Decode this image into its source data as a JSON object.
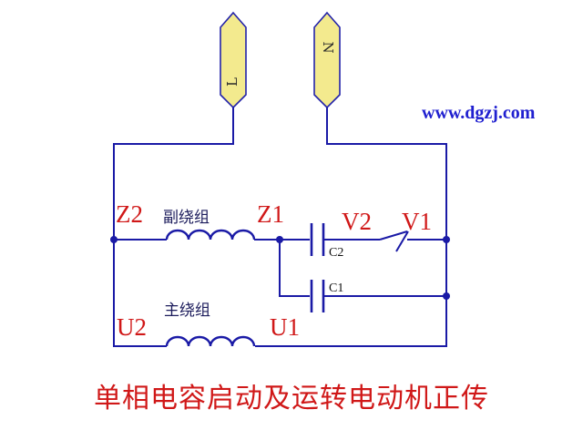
{
  "website": "www.dgzj.com",
  "plugs": {
    "L": "L",
    "N": "N"
  },
  "terminals": {
    "Z2": "Z2",
    "Z1": "Z1",
    "V2": "V2",
    "V1": "V1",
    "U2": "U2",
    "U1": "U1"
  },
  "windings": {
    "auxiliary": "副绕组",
    "main": "主绕组"
  },
  "capacitors": {
    "start": "C2",
    "run": "C1"
  },
  "caption": "单相电容启动及运转电动机正传",
  "colors": {
    "wire": "#1a1aa6",
    "label_red": "#d01818",
    "plug_fill": "#f3ea8e",
    "site_blue": "#2020d0"
  }
}
